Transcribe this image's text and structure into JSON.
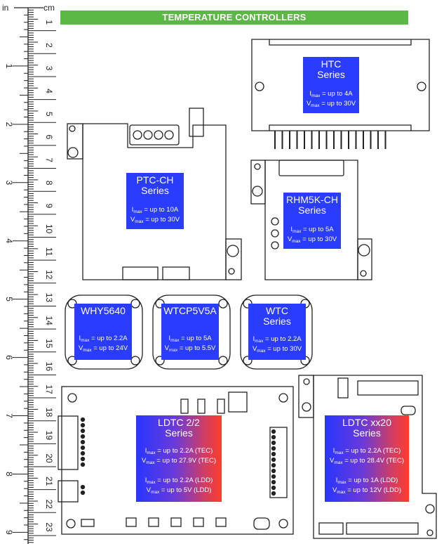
{
  "banner": {
    "title": "TEMPERATURE CONTROLLERS",
    "color": "#5cb845"
  },
  "ruler": {
    "inch_unit": "in",
    "cm_unit": "cm",
    "inch_ticks": [
      "1",
      "2",
      "3",
      "4",
      "5",
      "6",
      "7",
      "8",
      "9"
    ],
    "cm_ticks": [
      "1",
      "2",
      "3",
      "4",
      "5",
      "6",
      "7",
      "8",
      "9",
      "10",
      "11",
      "12",
      "13",
      "14",
      "15",
      "16",
      "17",
      "18",
      "19",
      "20",
      "21",
      "22",
      "23"
    ]
  },
  "products": [
    {
      "id": "htc",
      "title": "HTC",
      "subtitle": "Series",
      "specs": [
        {
          "sym": "I",
          "sub": "max",
          "text": " = up to 4A"
        },
        {
          "sym": "V",
          "sub": "max",
          "text": " = up to 30V"
        }
      ]
    },
    {
      "id": "ptc",
      "title": "PTC-CH",
      "subtitle": "Series",
      "specs": [
        {
          "sym": "I",
          "sub": "max",
          "text": " = up to 10A"
        },
        {
          "sym": "V",
          "sub": "max",
          "text": " = up to 30V"
        }
      ]
    },
    {
      "id": "rhm",
      "title": "RHM5K-CH",
      "subtitle": "Series",
      "specs": [
        {
          "sym": "I",
          "sub": "max",
          "text": " = up to 5A"
        },
        {
          "sym": "V",
          "sub": "max",
          "text": " = up to 30V"
        }
      ]
    },
    {
      "id": "why",
      "title": "WHY5640",
      "subtitle": "",
      "specs": [
        {
          "sym": "I",
          "sub": "max",
          "text": " = up to 2.2A"
        },
        {
          "sym": "V",
          "sub": "max",
          "text": " = up to 24V"
        }
      ]
    },
    {
      "id": "wtcp",
      "title": "WTCP5V5A",
      "subtitle": "",
      "specs": [
        {
          "sym": "I",
          "sub": "max",
          "text": " = up to 5A"
        },
        {
          "sym": "V",
          "sub": "max",
          "text": " = up to 5.5V"
        }
      ]
    },
    {
      "id": "wtc",
      "title": "WTC",
      "subtitle": "Series",
      "specs": [
        {
          "sym": "I",
          "sub": "max",
          "text": " = up to 2.2A"
        },
        {
          "sym": "V",
          "sub": "max",
          "text": " = up to 30V"
        }
      ]
    },
    {
      "id": "ldtc22",
      "title": "LDTC 2/2",
      "subtitle": "Series",
      "specs": [
        {
          "sym": "I",
          "sub": "max",
          "text": " = up to 2.2A (TEC)"
        },
        {
          "sym": "V",
          "sub": "max",
          "text": " = up to 27.9V (TEC)"
        }
      ],
      "specs2": [
        {
          "sym": "I",
          "sub": "max",
          "text": " = up to 2.2A (LDD)"
        },
        {
          "sym": "V",
          "sub": "max",
          "text": " = up to 5V (LDD)"
        }
      ]
    },
    {
      "id": "ldtcxx20",
      "title": "LDTC xx20",
      "subtitle": "Series",
      "specs": [
        {
          "sym": "I",
          "sub": "max",
          "text": " = up to 2.2A (TEC)"
        },
        {
          "sym": "V",
          "sub": "max",
          "text": " = up to 28.4V (TEC)"
        }
      ],
      "specs2": [
        {
          "sym": "I",
          "sub": "max",
          "text": " = up to 1A (LDD)"
        },
        {
          "sym": "V",
          "sub": "max",
          "text": " = up to 12V (LDD)"
        }
      ]
    }
  ],
  "colors": {
    "label_blue": "#2a3dff",
    "gradient_red": "#ff3d2a",
    "outline": "#222222"
  }
}
